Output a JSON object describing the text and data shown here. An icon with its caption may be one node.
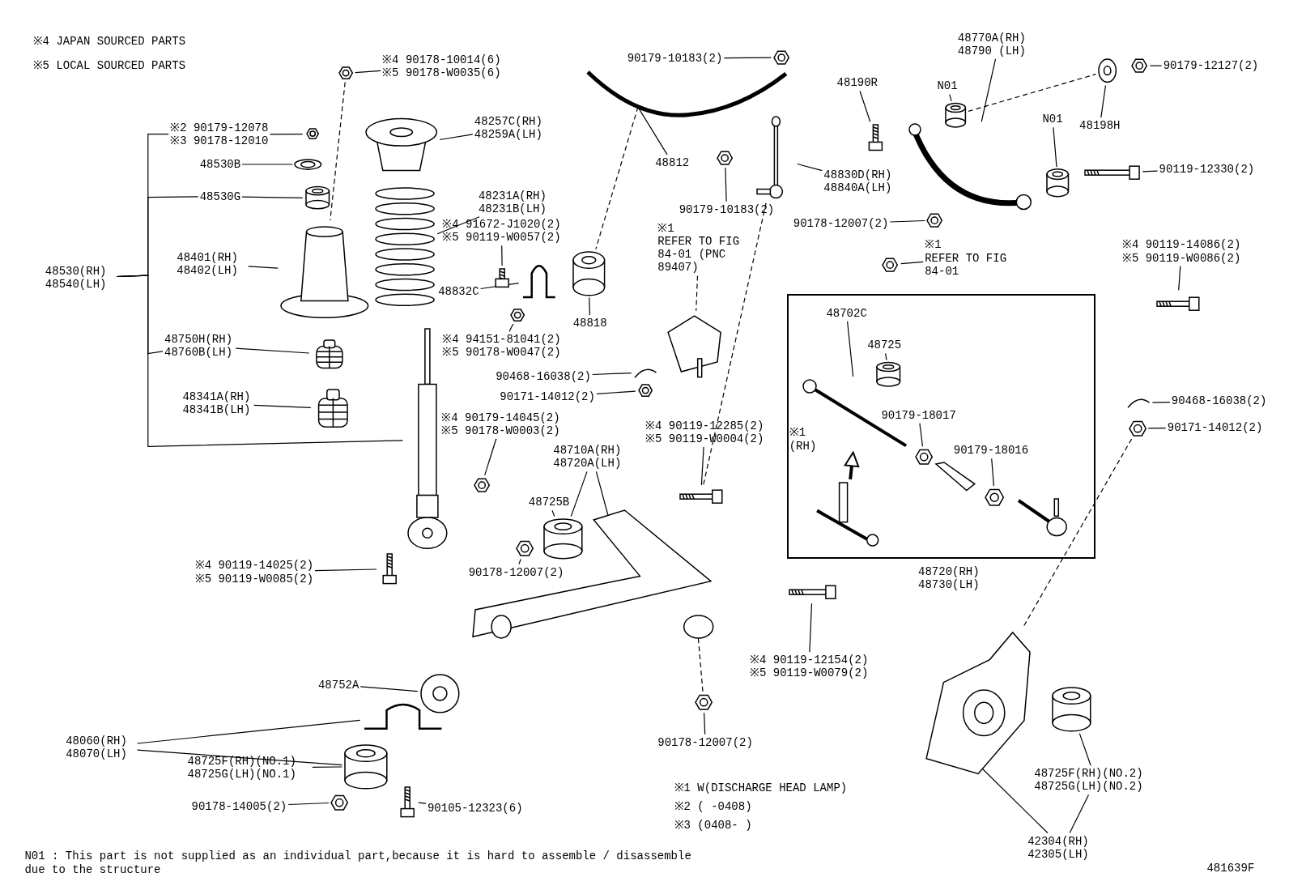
{
  "diagram": {
    "nodes": [
      {
        "text": [
          "※4 90178-10014(6)",
          "※5 90178-W0035(6)"
        ]
      },
      {
        "text": [],
        "shape": "picture"
      },
      {
        "text": [
          "※2 90179-12078",
          "※3 90178-12010"
        ]
      },
      {
        "text": [],
        "shape": "picture"
      },
      {
        "text": [
          "48530B"
        ]
      },
      {
        "text": [],
        "shape": "picture"
      },
      {
        "text": [
          "48530G"
        ]
      },
      {
        "text": [],
        "shape": "cylinder"
      },
      {
        "text": [
          "48401(RH) 48402(LH)"
        ]
      },
      {
        "text": [],
        "shape": "picture"
      },
      {
        "text": [
          "48530(RH) 48540(LH)"
        ]
      },
      {
        "text": [
          "48257C(RH) 48259A(LH)"
        ]
      },
      {
        "text": [],
        "shape": "picture"
      },
      {
        "text": [
          "48231A(RH) 48231B(LH)"
        ]
      },
      {
        "text": [],
        "shape": "picture"
      },
      {
        "text": [
          "※4 91672-J1020(2)",
          "※5 90119-W0057(2)"
        ]
      },
      {
        "text": [],
        "shape": "picture"
      },
      {
        "text": [
          "48832C"
        ]
      },
      {
        "text": [],
        "shape": "picture"
      },
      {
        "text": [
          "48818"
        ]
      },
      {
        "text": [],
        "shape": "cylinder"
      },
      {
        "text": [
          "※4 94151-81041(2)",
          "※5 90178-W0047(2)"
        ]
      },
      {
        "text": [],
        "shape": "picture"
      },
      {
        "text": [
          "48750H(RH) 48760B(LH)"
        ]
      },
      {
        "text": [],
        "shape": "picture"
      },
      {
        "text": [
          "48341A(RH) 48341B(LH)"
        ]
      },
      {
        "text": [],
        "shape": "picture"
      },
      {
        "text": [
          "※4 90179-14045(2)",
          "※5 90178-W0003(2)"
        ]
      },
      {
        "text": [],
        "shape": "picture"
      },
      {
        "text": [],
        "shape": "picture"
      },
      {
        "text": [
          "※4 90119-14025(2)",
          "※5 90119-W0085(2)"
        ]
      },
      {
        "text": [],
        "shape": "picture"
      },
      {
        "text": [
          "90179-10183(2)"
        ]
      },
      {
        "text": [],
        "shape": "picture"
      },
      {
        "text": [
          "48812"
        ]
      },
      {
        "text": [],
        "shape": "picture"
      },
      {
        "text": [],
        "shape": "picture"
      },
      {
        "text": [
          "90179-10183(2)"
        ]
      },
      {
        "text": [
          "48830D(RH) 48840A(LH)"
        ]
      },
      {
        "text": [],
        "shape": "picture"
      },
      {
        "text": [
          "※1",
          "REFER TO FIG 84-01 (PNC 89407)"
        ]
      },
      {
        "text": [],
        "shape": "picture"
      },
      {
        "text": [
          "90468-16038(2)"
        ]
      },
      {
        "text": [],
        "shape": "picture"
      },
      {
        "text": [
          "90171-14012(2)"
        ]
      },
      {
        "text": [],
        "shape": "picture"
      },
      {
        "text": [
          "※4 90119-12285(2)",
          "※5 90119-W0004(2)"
        ]
      },
      {
        "text": [],
        "shape": "picture"
      },
      {
        "text": [
          "48710A(RH) 48720A(LH)"
        ]
      },
      {
        "text": [
          "48725B"
        ]
      },
      {
        "text": [],
        "shape": "cylinder"
      },
      {
        "text": [
          "90178-12007(2)"
        ]
      },
      {
        "text": [],
        "shape": "picture"
      },
      {
        "text": [],
        "shape": "picture"
      },
      {
        "text": [
          "48752A"
        ]
      },
      {
        "text": [],
        "shape": "picture"
      },
      {
        "text": [
          "48060(RH) 48070(LH)"
        ]
      },
      {
        "text": [],
        "shape": "picture"
      },
      {
        "text": [
          "48725F(RH)(NO.1) 48725G(LH)(NO.1)"
        ]
      },
      {
        "text": [],
        "shape": "cylinder"
      },
      {
        "text": [
          "90178-14005(2)"
        ]
      },
      {
        "text": [],
        "shape": "picture"
      },
      {
        "text": [],
        "shape": "picture"
      },
      {
        "text": [
          "90105-12323(6)"
        ]
      },
      {
        "text": [
          "※4 90119-12154(2)",
          "※5 90119-W0079(2)"
        ]
      },
      {
        "text": [],
        "shape": "picture"
      },
      {
        "text": [
          "90178-12007(2)"
        ]
      },
      {
        "text": [],
        "shape": "picture"
      },
      {
        "text": [
          "48770A(RH) 48790 (LH)"
        ]
      },
      {
        "text": [
          "N01"
        ]
      },
      {
        "text": [],
        "shape": "cylinder"
      },
      {
        "text": [
          "N01"
        ]
      },
      {
        "text": [],
        "shape": "cylinder"
      },
      {
        "text": [],
        "shape": "picture"
      },
      {
        "text": [
          "48190R"
        ]
      },
      {
        "text": [],
        "shape": "picture"
      },
      {
        "text": [
          "48198H"
        ]
      },
      {
        "text": [],
        "shape": "picture"
      },
      {
        "text": [
          "90179-12127(2)"
        ]
      },
      {
        "text": [],
        "shape": "picture"
      },
      {
        "text": [
          "90119-12330(2)"
        ]
      },
      {
        "text": [],
        "shape": "picture"
      },
      {
        "text": [
          "90178-12007(2)"
        ]
      },
      {
        "text": [],
        "shape": "picture"
      },
      {
        "text": [
          "※1",
          "REFER TO FIG 84-01"
        ]
      },
      {
        "text": [],
        "shape": "picture"
      },
      {
        "text": [
          "※4 90119-14086(2)",
          "※5 90119-W0086(2)"
        ]
      },
      {
        "text": [],
        "shape": "picture"
      },
      {
        "text": [
          "48720(RH) 48730(LH)"
        ]
      },
      {
        "text": [
          "48702C"
        ],
        "in": 88
      },
      {
        "text": [],
        "shape": "picture",
        "in": 88
      },
      {
        "text": [
          "48725"
        ],
        "in": 88
      },
      {
        "text": [],
        "shape": "cylinder",
        "in": 88
      },
      {
        "text": [
          "90179-18017"
        ],
        "in": 88
      },
      {
        "text": [],
        "shape": "picture",
        "in": 88
      },
      {
        "text": [
          "90179-18016"
        ],
        "in": 88
      },
      {
        "text": [],
        "shape": "picture",
        "in": 88
      },
      {
        "text": [],
        "shape": "picture",
        "in": 88
      },
      {
        "text": [],
        "shape": "picture",
        "in": 88
      },
      {
        "text": [],
        "shape": "picture",
        "in": 88
      },
      {
        "text": [
          "90468-16038(2)"
        ]
      },
      {
        "text": [],
        "shape": "picture"
      },
      {
        "text": [
          "90171-14012(2)"
        ]
      },
      {
        "text": [],
        "shape": "picture"
      },
      {
        "text": [
          "42304(RH) 42305(LH)"
        ]
      },
      {
        "text": [],
        "shape": "picture"
      },
      {
        "text": [],
        "shape": "cylinder"
      },
      {
        "text": [
          "48725F(RH)(NO.2) 48725G(LH)(NO.2)"
        ]
      }
    ],
    "edges": [
      {
        "from": 0,
        "to": 1,
        "arrow": "none"
      },
      {
        "from": 2,
        "to": 3,
        "arrow": "none"
      },
      {
        "from": 4,
        "to": 5,
        "arrow": "none"
      },
      {
        "from": 6,
        "to": 7,
        "arrow": "none"
      },
      {
        "from": 8,
        "to": 9,
        "arrow": "none"
      },
      {
        "from": 10,
        "to": 2,
        "arrow": "none"
      },
      {
        "from": 10,
        "to": 6,
        "arrow": "none"
      },
      {
        "from": 10,
        "to": 23,
        "arrow": "none"
      },
      {
        "from": 10,
        "to": 29,
        "arrow": "none"
      },
      {
        "from": 11,
        "to": 12,
        "arrow": "none"
      },
      {
        "from": 13,
        "to": 14,
        "arrow": "none"
      },
      {
        "from": 15,
        "to": 16,
        "arrow": "none"
      },
      {
        "from": 17,
        "to": 18,
        "arrow": "none"
      },
      {
        "from": 19,
        "to": 20,
        "arrow": "none"
      },
      {
        "from": 21,
        "to": 22,
        "arrow": "none"
      },
      {
        "from": 23,
        "to": 24,
        "arrow": "none"
      },
      {
        "from": 25,
        "to": 26,
        "arrow": "none"
      },
      {
        "from": 27,
        "to": 28,
        "arrow": "none"
      },
      {
        "from": 30,
        "to": 31,
        "arrow": "none"
      },
      {
        "from": 32,
        "to": 33,
        "arrow": "none"
      },
      {
        "from": 34,
        "to": 35,
        "arrow": "none"
      },
      {
        "from": 37,
        "to": 36,
        "arrow": "none"
      },
      {
        "from": 38,
        "to": 39,
        "arrow": "none"
      },
      {
        "from": 40,
        "to": 41,
        "arrow": "none",
        "style": "dashed"
      },
      {
        "from": 42,
        "to": 43,
        "arrow": "none"
      },
      {
        "from": 44,
        "to": 45,
        "arrow": "none"
      },
      {
        "from": 46,
        "to": 47,
        "arrow": "none"
      },
      {
        "from": 48,
        "to": 50,
        "arrow": "none"
      },
      {
        "from": 48,
        "to": 53,
        "arrow": "none"
      },
      {
        "from": 49,
        "to": 50,
        "arrow": "none"
      },
      {
        "from": 51,
        "to": 52,
        "arrow": "none"
      },
      {
        "from": 54,
        "to": 55,
        "arrow": "none"
      },
      {
        "from": 56,
        "to": 57,
        "arrow": "none"
      },
      {
        "from": 56,
        "to": 59,
        "arrow": "none"
      },
      {
        "from": 58,
        "to": 59,
        "arrow": "none"
      },
      {
        "from": 60,
        "to": 61,
        "arrow": "none"
      },
      {
        "from": 63,
        "to": 62,
        "arrow": "none"
      },
      {
        "from": 64,
        "to": 65,
        "arrow": "none"
      },
      {
        "from": 66,
        "to": 67,
        "arrow": "none"
      },
      {
        "from": 68,
        "to": 73,
        "arrow": "none"
      },
      {
        "from": 69,
        "to": 70,
        "arrow": "none"
      },
      {
        "from": 71,
        "to": 72,
        "arrow": "none"
      },
      {
        "from": 74,
        "to": 75,
        "arrow": "none"
      },
      {
        "from": 76,
        "to": 77,
        "arrow": "none"
      },
      {
        "from": 78,
        "to": 79,
        "arrow": "none"
      },
      {
        "from": 80,
        "to": 81,
        "arrow": "none"
      },
      {
        "from": 82,
        "to": 83,
        "arrow": "none"
      },
      {
        "from": 84,
        "to": 85,
        "arrow": "none"
      },
      {
        "from": 86,
        "to": 87,
        "arrow": "none"
      },
      {
        "from": 89,
        "to": 90,
        "arrow": "none"
      },
      {
        "from": 91,
        "to": 92,
        "arrow": "none"
      },
      {
        "from": 93,
        "to": 94,
        "arrow": "none"
      },
      {
        "from": 95,
        "to": 96,
        "arrow": "none"
      },
      {
        "from": 97,
        "to": 90,
        "arrow": "to",
        "style": "thick"
      },
      {
        "from": 100,
        "to": 101,
        "arrow": "none"
      },
      {
        "from": 102,
        "to": 103,
        "arrow": "none"
      },
      {
        "from": 104,
        "to": 105,
        "arrow": "none"
      },
      {
        "from": 104,
        "to": 107,
        "arrow": "none"
      },
      {
        "from": 107,
        "to": 106,
        "arrow": "none"
      },
      {
        "from": 1,
        "to": 9,
        "arrow": "none",
        "style": "dashed"
      },
      {
        "from": 35,
        "to": 20,
        "arrow": "none",
        "style": "dashed"
      },
      {
        "from": 39,
        "to": 47,
        "arrow": "none",
        "style": "dashed"
      },
      {
        "from": 103,
        "to": 105,
        "arrow": "none",
        "style": "dashed"
      },
      {
        "from": 70,
        "to": 77,
        "arrow": "none",
        "style": "dashed"
      },
      {
        "from": 67,
        "to": 53,
        "arrow": "none",
        "style": "dashed"
      }
    ],
    "labels": [
      "※4 JAPAN SOURCED PARTS",
      "※5 LOCAL SOURCED PARTS",
      "※1 W(DISCHARGE HEAD LAMP)",
      "※2 ( -0408)",
      "※3 (0408- )",
      "N01 : This part is not supplied as an individual part,because it is hard to assemble / disassemble due to the structure",
      "481639F",
      "※1 (RH)"
    ]
  }
}
